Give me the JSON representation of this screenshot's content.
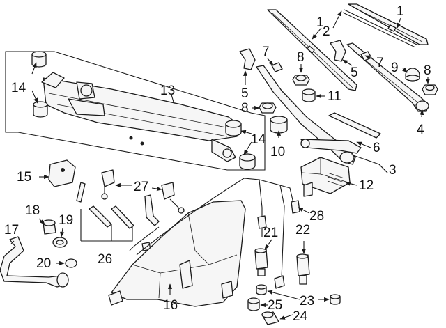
{
  "callouts": {
    "c1a": "1",
    "c1b": "1",
    "c2": "2",
    "c3": "3",
    "c4": "4",
    "c5a": "5",
    "c5b": "5",
    "c6": "6",
    "c7a": "7",
    "c7b": "7",
    "c8a": "8",
    "c8b": "8",
    "c8c": "8",
    "c9": "9",
    "c10": "10",
    "c11": "11",
    "c12": "12",
    "c13": "13",
    "c14a": "14",
    "c14b": "14",
    "c15": "15",
    "c16": "16",
    "c17": "17",
    "c18": "18",
    "c19": "19",
    "c20": "20",
    "c21": "21",
    "c22": "22",
    "c23": "23",
    "c24": "24",
    "c25": "25",
    "c26": "26",
    "c27": "27",
    "c28": "28"
  }
}
